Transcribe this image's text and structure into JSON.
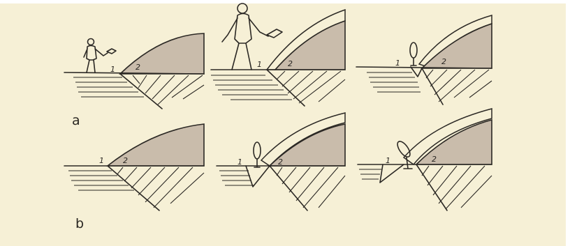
{
  "rows": [
    {
      "label": "a",
      "panels": [
        {
          "left_number": "1",
          "right_number": "2",
          "figure": "man-walking-icon"
        },
        {
          "left_number": "1",
          "right_number": "2",
          "figure": "man-carrying-icon"
        },
        {
          "left_number": "1",
          "right_number": "2",
          "figure": "figure-rear-icon"
        }
      ]
    },
    {
      "label": "b",
      "panels": [
        {
          "left_number": "1",
          "right_number": "2",
          "figure": ""
        },
        {
          "left_number": "1",
          "right_number": "2",
          "figure": "figure-rear-icon"
        },
        {
          "left_number": "1",
          "right_number": "2",
          "figure": "figure-rear-icon"
        }
      ]
    }
  ],
  "colors": {
    "paper": "#f6f0d6",
    "shaded_mound": "#c9bcab",
    "ink": "#2b2824"
  }
}
